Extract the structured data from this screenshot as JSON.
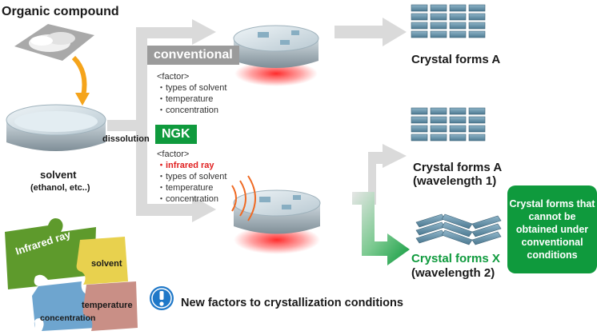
{
  "title": "Organic compound",
  "solvent": {
    "label": "solvent",
    "sub": "(ethanol, etc..)"
  },
  "dissolution": "dissolution",
  "conventional": {
    "badge": "conventional",
    "factor_head": "<factor>",
    "factors": [
      "types of solvent",
      "temperature",
      "concentration"
    ]
  },
  "ngk": {
    "badge": "NGK",
    "factor_head": "<factor>",
    "highlight": "infrared ray",
    "factors": [
      "types of solvent",
      "temperature",
      "concentration"
    ]
  },
  "results": {
    "a1": "Crystal forms A",
    "a2_line1": "Crystal forms A",
    "a2_line2": "(wavelength 1)",
    "x_line1": "Crystal forms X",
    "x_line2": "(wavelength 2)"
  },
  "callout": "Crystal forms that cannot be obtained under conventional conditions",
  "puzzle": {
    "infrared": "Infrared ray",
    "solvent": "solvent",
    "temperature": "temperature",
    "concentration": "concentration"
  },
  "note": "New factors to crystallization conditions",
  "colors": {
    "green": "#0f9a3d",
    "red": "#e02020",
    "arrow_gray": "#d6d6d6",
    "conv_badge": "#9b9b9b"
  }
}
